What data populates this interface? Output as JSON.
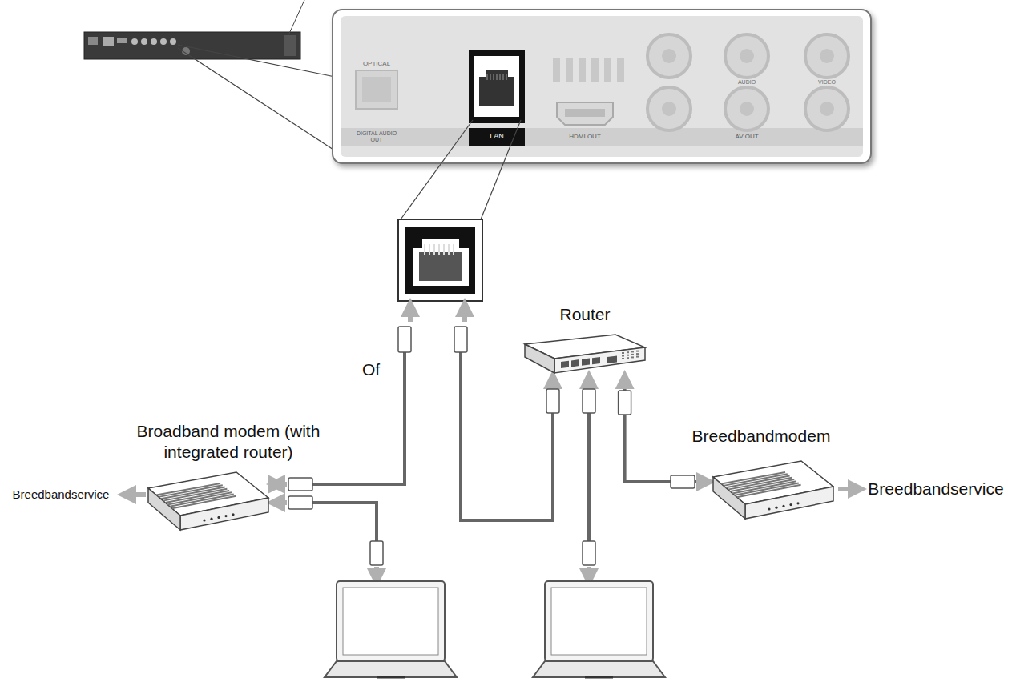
{
  "diagram": {
    "nodes": [
      {
        "text": [
          "Router"
        ]
      },
      {
        "text": [
          "Broadband modem (with integrated router)"
        ]
      },
      {
        "text": [
          "Breedbandmodem"
        ]
      }
    ],
    "edges": [
      {
        "from": 0,
        "to": 2,
        "arrow": "both"
      }
    ],
    "labels": [
      "OPTICAL",
      "DIGITAL AUDIO OUT",
      "LAN",
      "HDMI OUT",
      "AUDIO",
      "VIDEO",
      "AV OUT",
      "Breedbandservice",
      "Of",
      "Breedbandservice"
    ]
  }
}
